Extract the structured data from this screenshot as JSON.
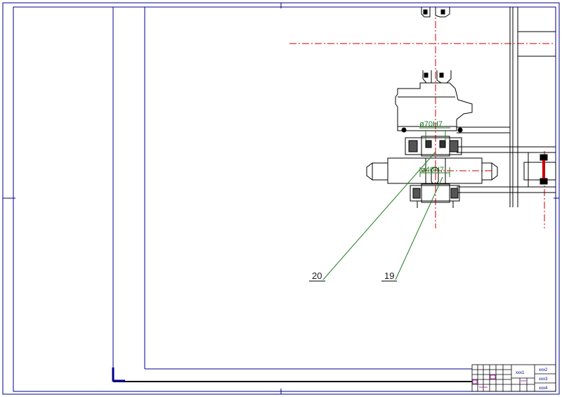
{
  "drawing": {
    "dimensions": [
      {
        "id": "bore-outer",
        "text": "ø70H7"
      },
      {
        "id": "bore-inner",
        "text": "ø40H7"
      }
    ],
    "leaders": [
      {
        "id": "part-20",
        "text": "20"
      },
      {
        "id": "part-19",
        "text": "19"
      }
    ]
  },
  "title_block": {
    "cells": [
      "xxx1",
      "xxx2",
      "xxx3",
      "xxx4"
    ]
  },
  "colors": {
    "frame": "#00008b",
    "dimension": "#1f7a1f",
    "centerline": "#cc0000",
    "outline": "#000000",
    "accent": "#b000b0"
  }
}
